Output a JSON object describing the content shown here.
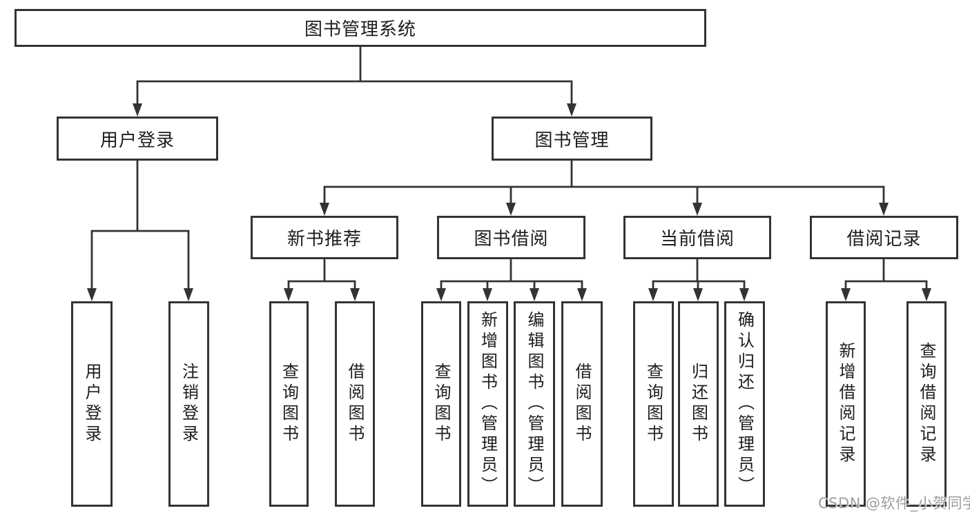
{
  "nodes": {
    "root": "图书管理系统",
    "level1": [
      "用户登录",
      "图书管理"
    ],
    "user_login_children": [
      "用户登录",
      "注销登录"
    ],
    "book_mgmt_children": [
      "新书推荐",
      "图书借阅",
      "当前借阅",
      "借阅记录"
    ],
    "new_book_children": [
      "查询图书",
      "借阅图书"
    ],
    "book_borrow_children": [
      "查询图书",
      "新增图书（管理员）",
      "编辑图书（管理员）",
      "借阅图书"
    ],
    "current_borrow_children": [
      "查询图书",
      "归还图书",
      "确认归还（管理员）"
    ],
    "borrow_record_children": [
      "新增借阅记录",
      "查询借阅记录"
    ]
  },
  "watermark": "CSDN @软件_小贺同学",
  "colors": {
    "line": "#333333",
    "text": "#1d1d1d",
    "watermark": "#9e9e9e",
    "background": "#ffffff"
  }
}
